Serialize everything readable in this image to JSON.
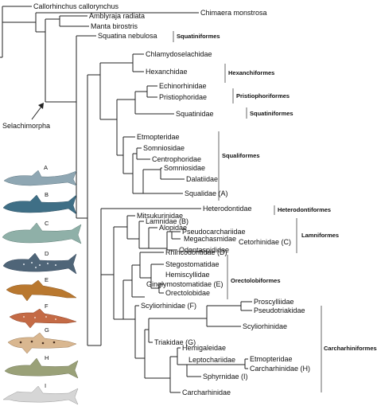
{
  "taxa": {
    "callorhinchus": "Callorhinchus callorynchus",
    "chimaera": "Chimaera monstrosa",
    "amblyraja": "Amblyraja radiata",
    "manta": "Manta birostris",
    "squatina": "Squatina nebulosa",
    "chlamydoselachidae": "Chlamydoselachidae",
    "hexanchidae": "Hexanchidae",
    "echinorhinidae": "Echinorhinidae",
    "pristiophoridae": "Pristiophoridae",
    "squatinidae": "Squatinidae",
    "etmopteridae": "Etmopteridae",
    "somniosidae1": "Somniosidae",
    "centrophoridae": "Centrophoridae",
    "somniosidae2": "Somniosidae",
    "dalatiidae": "Dalatiidae",
    "squalidae": "Squalidae (A)",
    "heterodontidae": "Heterodontidae",
    "mitsukurinidae": "Mitsukurinidae",
    "lamnidae": "Lamnidae (B)",
    "alopidae": "Alopidae",
    "pseudocarchariidae": "Pseudocarchariidae",
    "megachasmidae": "Megachasmidae",
    "cetorhinidae": "Cetorhinidae (C)",
    "odontaspididae": "Odontaspididae",
    "rhincodontidae": "Rhincodontidae (D)",
    "stegostomatidae": "Stegostomatidae",
    "hemiscylliidae": "Hemiscyllidae",
    "orectolobidae": "Orectolobidae",
    "ginglymostomatidae": "Ginglymostomatidae (E)",
    "scyliorhinidae1": "Scyliorhinidae (F)",
    "proscylliidae": "Proscylliidae",
    "pseudotriakidae": "Pseudotriakidae",
    "scyliorhinidae2": "Scyliorhinidae",
    "triakidae": "Triakidae (G)",
    "hemigaleidae": "Hemigaleidae",
    "leptochariidae": "Leptochariidae",
    "etmopteridae2": "Etmopteridae",
    "carcharhinidae1": "Carcharhinidae (H)",
    "sphyrnidae": "Sphyrnidae (I)",
    "carcharhinidae2": "Carcharhinidae"
  },
  "orders": {
    "squatiniformes1": "Squatiniformes",
    "hexanchiformes": "Hexanchiformes",
    "pristiophoriformes": "Pristiophoriformes",
    "squatiniformes2": "Squatiniformes",
    "squaliformes": "Squaliformes",
    "heterodontiformes": "Heterodontiformes",
    "lamniformes": "Lamniformes",
    "orectolobiformes": "Orectolobiformes",
    "carcharhiniformes": "Carcharhiniformes"
  },
  "selachimorpha_label": "Selachimorpha",
  "shark_letters": [
    "A",
    "B",
    "C",
    "D",
    "E",
    "F",
    "G",
    "H",
    "I"
  ],
  "colors": {
    "shark_a": "#8fa7b3",
    "shark_b": "#3f6f86",
    "shark_c": "#8fb0a8",
    "shark_d": "#4f6578",
    "shark_e": "#b9782f",
    "shark_f": "#c46a45",
    "shark_g": "#d9b790",
    "shark_h": "#9aa178",
    "shark_i": "#d6d6d6"
  }
}
